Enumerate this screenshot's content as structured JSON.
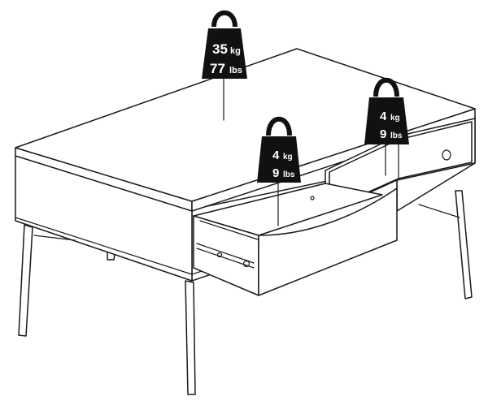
{
  "weights": {
    "top": {
      "value_kg": "35",
      "unit_kg": "kg",
      "value_lbs": "77",
      "unit_lbs": "lbs"
    },
    "drawer": {
      "value_kg": "4",
      "unit_kg": "kg",
      "value_lbs": "9",
      "unit_lbs": "lbs"
    },
    "shelf": {
      "value_kg": "4",
      "unit_kg": "kg",
      "value_lbs": "9",
      "unit_lbs": "lbs"
    }
  },
  "colors": {
    "line": "#1a1a1a",
    "weight_fill": "#111111",
    "background": "#ffffff"
  }
}
